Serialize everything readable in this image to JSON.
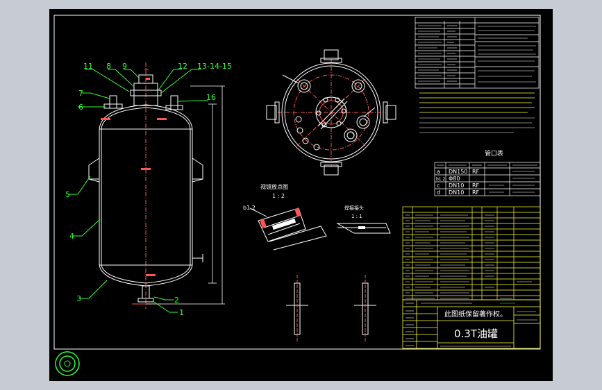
{
  "title_block": {
    "notice": "此图纸保留著作权。",
    "drawing_title": "0.3T油罐"
  },
  "nozzle_table": {
    "title": "管口表",
    "rows": [
      {
        "mark": "a",
        "size": "DN150",
        "face": "RF"
      },
      {
        "mark": "b1.2",
        "size": "Φ80",
        "face": ""
      },
      {
        "mark": "c",
        "size": "DN10",
        "face": "RF"
      },
      {
        "mark": "d",
        "size": "DN10",
        "face": "RF"
      }
    ]
  },
  "views": {
    "detail_title": "视镜放点图",
    "detail_scale": "1 : 2",
    "detail_mark": "b1.2",
    "weld_title": "焊接接头",
    "weld_scale": "1 : 1"
  },
  "callouts": {
    "c1": "1",
    "c2": "2",
    "c3": "3",
    "c4": "4",
    "c5": "5",
    "c6": "6",
    "c7": "7",
    "c8": "8",
    "c9": "9",
    "c11": "11",
    "c12": "12",
    "c13_15": "13-14-15",
    "c16": "16"
  },
  "colors": {
    "background": "#000000",
    "frame": "#ffffff",
    "callout": "#33ff33",
    "dimension": "#ff5555",
    "table_line": "#ffff33"
  }
}
